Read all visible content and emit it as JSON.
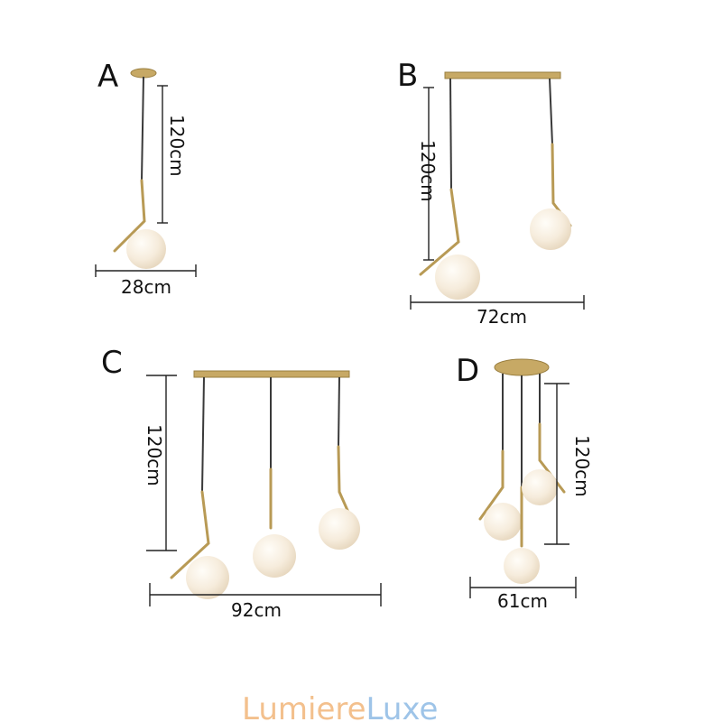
{
  "variants": [
    {
      "letter": "A",
      "height": "120cm",
      "width": "28cm"
    },
    {
      "letter": "B",
      "height": "120cm",
      "width": "72cm"
    },
    {
      "letter": "C",
      "height": "120cm",
      "width": "92cm"
    },
    {
      "letter": "D",
      "height": "120cm",
      "width": "61cm"
    }
  ],
  "brand": {
    "part1": "Lumiere",
    "part2": "Luxe",
    "color1": "#f3c08d",
    "color2": "#9ec4e8"
  },
  "colors": {
    "brass": "#b89a55",
    "glass": "#f7efe3",
    "cord": "#3a3a3a"
  }
}
